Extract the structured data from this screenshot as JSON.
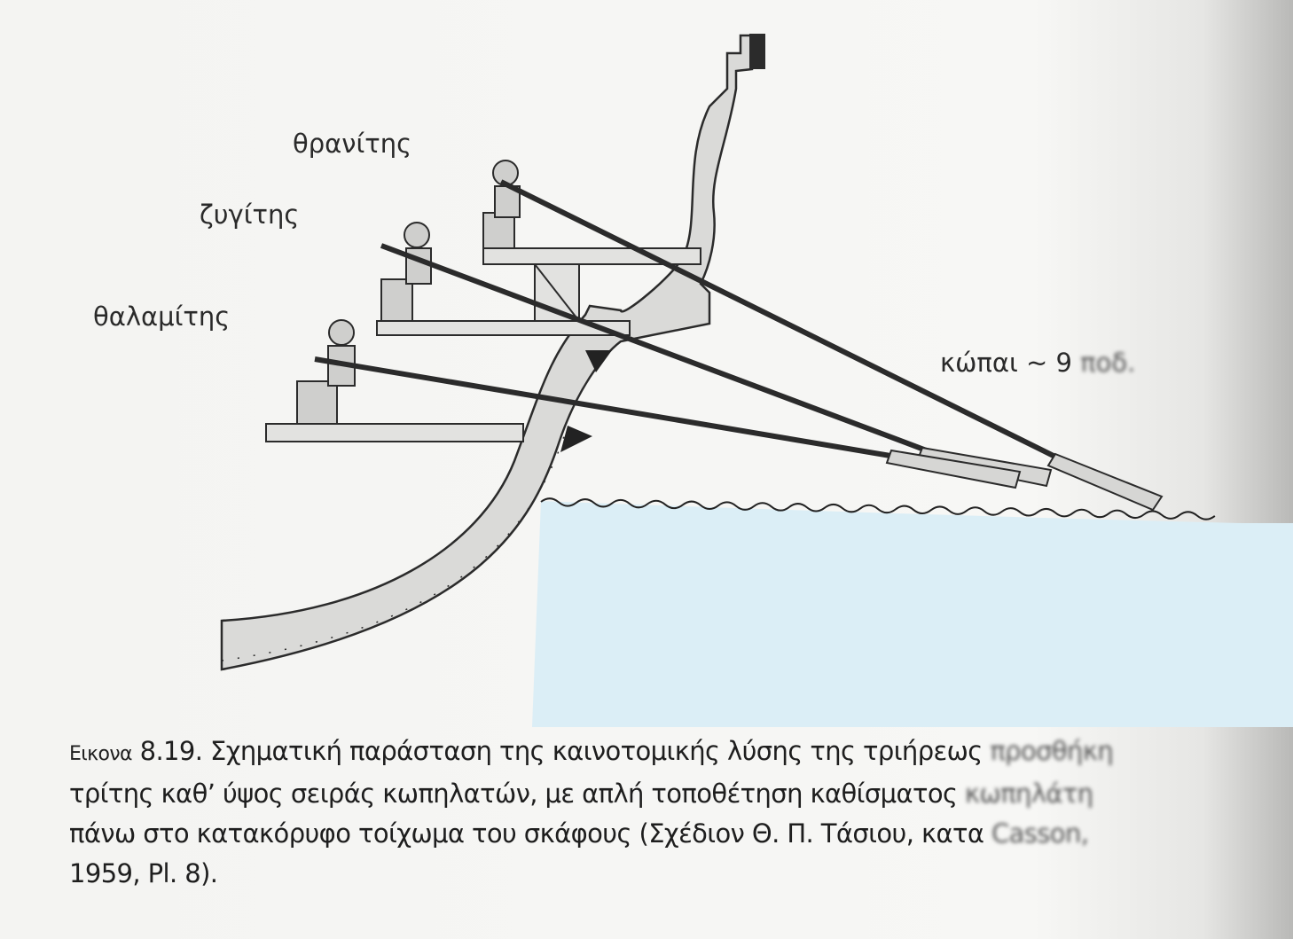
{
  "labels": {
    "thranite": "θρανίτης",
    "zygite": "ζυγίτης",
    "thalamite": "θαλαμίτης",
    "oars": "κώπαι ~ 9",
    "oars_unit": "ποδ."
  },
  "caption": {
    "prefix": "Εικονα",
    "line1": " 8.19. Σχηματική παράσταση της καινοτομικής λύσης της τριήρεως",
    "line1_tail": " προσθήκη",
    "line2": "τρίτης καθ’ ύψος σειράς κωπηλατών, με απλή τοποθέτηση καθίσματος",
    "line2_tail": " κωπηλάτη",
    "line3": "πάνω στο κατακόρυφο τοίχωμα του σκάφους (Σχέδιον Θ. Π. Τάσιου, κατα",
    "line3_tail": " Casson,",
    "line4": "1959, Pl. 8)."
  },
  "colors": {
    "hull": "#d9d9d7",
    "stroke": "#2b2b2b",
    "water": "#dbeef6"
  }
}
